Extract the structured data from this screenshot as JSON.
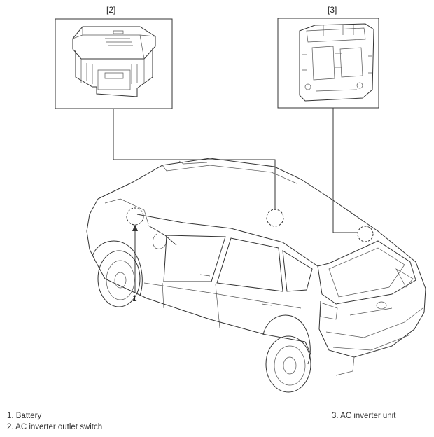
{
  "callouts": {
    "inset_switch": "[2]",
    "inset_inverter": "[3]",
    "car_marker": "1"
  },
  "legend": {
    "item1": "1. Battery",
    "item2": "2. AC inverter outlet switch",
    "item3": "3. AC inverter unit"
  }
}
